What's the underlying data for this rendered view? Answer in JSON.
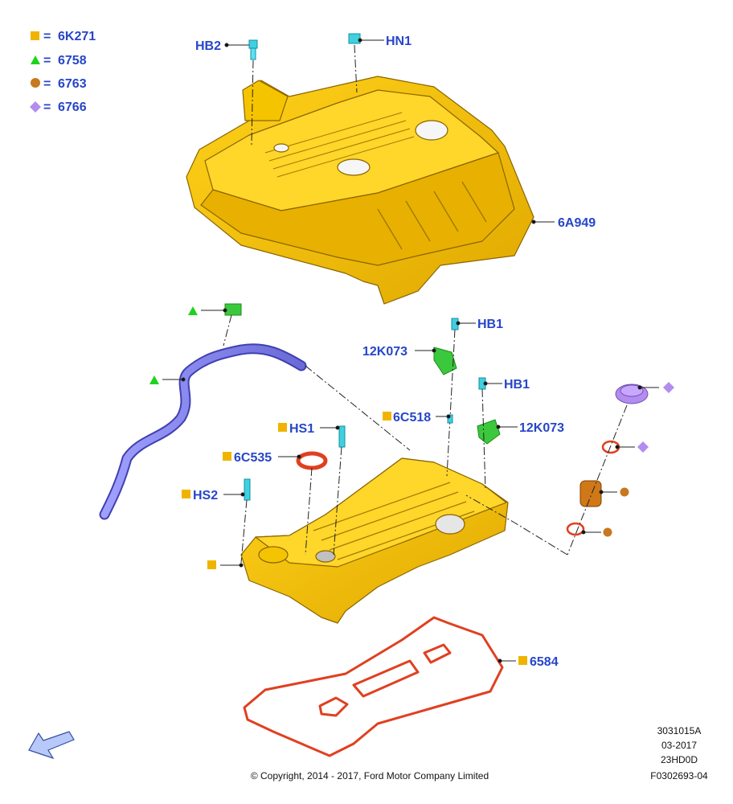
{
  "legend": [
    {
      "symbol": "square",
      "color": "#f0b400",
      "code": "6K271"
    },
    {
      "symbol": "triangle",
      "color": "#1ed21e",
      "code": "6758"
    },
    {
      "symbol": "circle",
      "color": "#c8781e",
      "code": "6763"
    },
    {
      "symbol": "diamond",
      "color": "#b48cf0",
      "code": "6766"
    }
  ],
  "legend_separator": "=",
  "callouts": {
    "hb2": "HB2",
    "hn1": "HN1",
    "a6a949": "6A949",
    "hb1_top": "HB1",
    "k12k073_top": "12K073",
    "hb1_mid": "HB1",
    "c6c518": "6C518",
    "k12k073_mid": "12K073",
    "hs1": "HS1",
    "c6c535": "6C535",
    "hs2": "HS2",
    "g6584": "6584"
  },
  "colors": {
    "callout_text": "#2746c8",
    "yellow_part": "#f0c000",
    "hose": "#8c8cf0",
    "sensor": "#3cc83c",
    "bolt": "#40d0e0",
    "gasket": "#e04020",
    "oil_cap": "#b48cf0",
    "filler_neck": "#d07818"
  },
  "icons": [
    "arrow-icon"
  ],
  "meta": {
    "illustration_no": "3031015A",
    "date": "03-2017",
    "engine_code": "23HD0D",
    "figure_id": "F0302693-04"
  },
  "copyright": "© Copyright, 2014 - 2017, Ford Motor Company Limited"
}
